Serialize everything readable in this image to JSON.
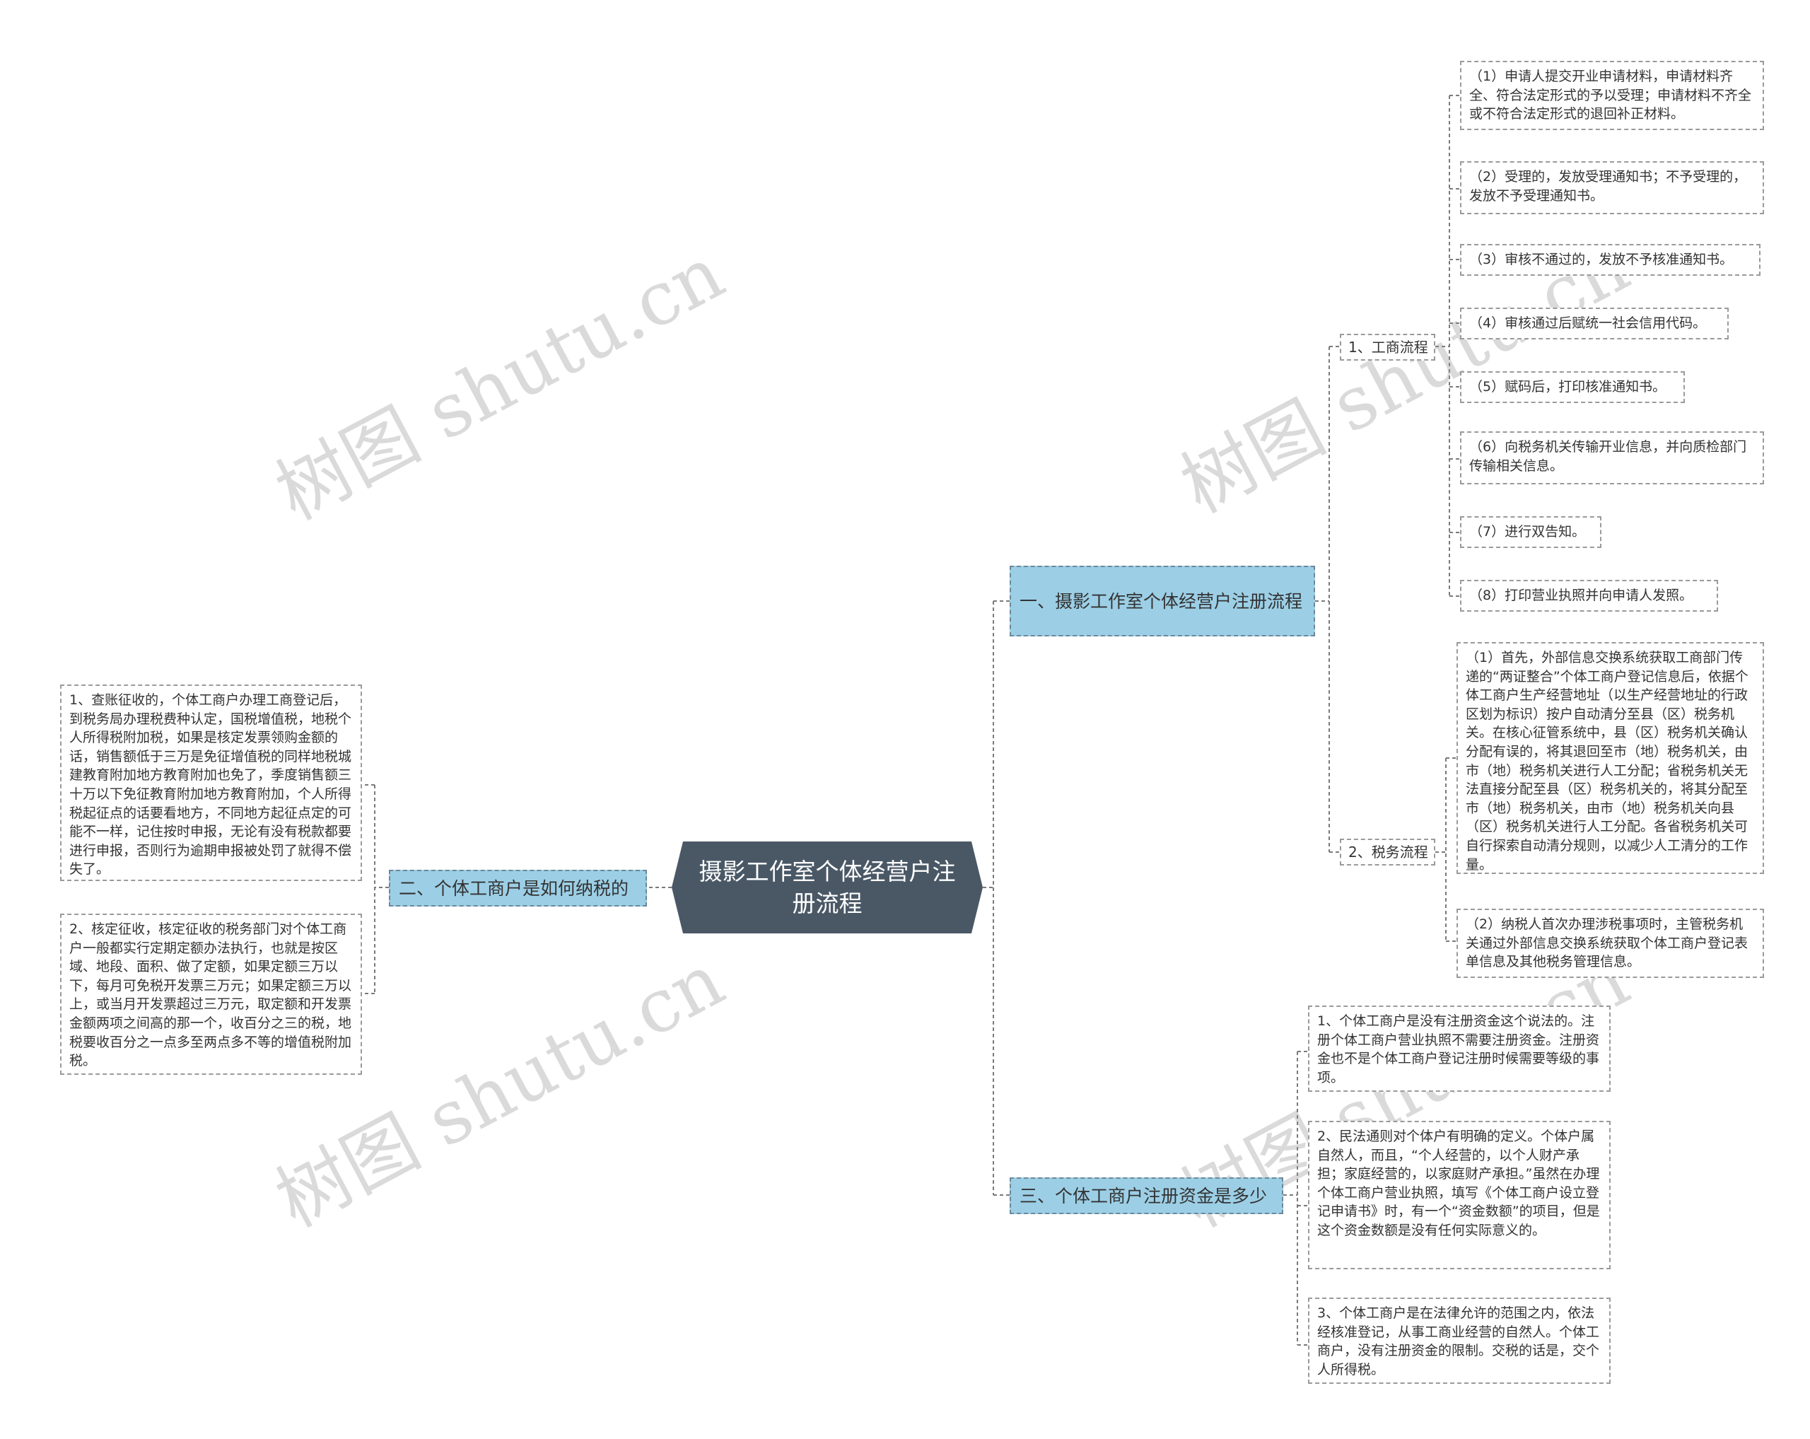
{
  "root": {
    "title": "摄影工作室个体经营户注册流程"
  },
  "branches": {
    "b1": {
      "label": "一、摄影工作室个体经营户注册流程"
    },
    "b2": {
      "label": "二、个体工商户是如何纳税的"
    },
    "b3": {
      "label": "三、个体工商户注册资金是多少"
    }
  },
  "subs": {
    "gongshang": "1、工商流程",
    "shuiwu": "2、税务流程"
  },
  "gongshang_steps": [
    "（1）申请人提交开业申请材料，申请材料齐全、符合法定形式的予以受理；申请材料不齐全或不符合法定形式的退回补正材料。",
    "（2）受理的，发放受理通知书；不予受理的，发放不予受理通知书。",
    "（3）审核不通过的，发放不予核准通知书。",
    "（4）审核通过后赋统一社会信用代码。",
    "（5）赋码后，打印核准通知书。",
    "（6）向税务机关传输开业信息，并向质检部门传输相关信息。",
    "（7）进行双告知。",
    "（8）打印营业执照并向申请人发照。"
  ],
  "shuiwu_steps": [
    "（1）首先，外部信息交换系统获取工商部门传递的“两证整合”个体工商户登记信息后，依据个体工商户生产经营地址（以生产经营地址的行政区划为标识）按户自动清分至县（区）税务机关。在核心征管系统中，县（区）税务机关确认分配有误的，将其退回至市（地）税务机关，由市（地）税务机关进行人工分配；省税务机关无法直接分配至县（区）税务机关的，将其分配至市（地）税务机关，由市（地）税务机关向县（区）税务机关进行人工分配。各省税务机关可自行探索自动清分规则，以减少人工清分的工作量。",
    "（2）纳税人首次办理涉税事项时，主管税务机关通过外部信息交换系统获取个体工商户登记表单信息及其他税务管理信息。"
  ],
  "tax_items": [
    "1、查账征收的，个体工商户办理工商登记后，到税务局办理税费种认定，国税增值税，地税个人所得税附加税，如果是核定发票领购金额的话，销售额低于三万是免征增值税的同样地税城建教育附加地方教育附加也免了，季度销售额三十万以下免征教育附加地方教育附加，个人所得税起征点的话要看地方，不同地方起征点定的可能不一样，记住按时申报，无论有没有税款都要进行申报，否则行为逾期申报被处罚了就得不偿失了。",
    "2、核定征收，核定征收的税务部门对个体工商户一般都实行定期定额办法执行，也就是按区域、地段、面积、做了定额，如果定额三万以下，每月可免税开发票三万元；如果定额三万以上，或当月开发票超过三万元，取定额和开发票金额两项之间高的那一个，收百分之三的税，地税要收百分之一点多至两点多不等的增值税附加税。"
  ],
  "capital_items": [
    "1、个体工商户是没有注册资金这个说法的。注册个体工商户营业执照不需要注册资金。注册资金也不是个体工商户登记注册时候需要等级的事项。",
    "2、民法通则对个体户有明确的定义。个体户属自然人，而且，“个人经营的，以个人财产承担；家庭经营的，以家庭财产承担。”虽然在办理个体工商户营业执照，填写《个体工商户设立登记申请书》时，有一个“资金数额”的项目，但是这个资金数额是没有任何实际意义的。",
    "3、个体工商户是在法律允许的范围之内，依法经核准登记，从事工商业经营的自然人。个体工商户，没有注册资金的限制。交税的话是，交个人所得税。"
  ],
  "watermark": "树图 shutu.cn",
  "colors": {
    "root_bg": "#4a5866",
    "branch_bg": "#9ccfe6",
    "line": "#7a7a7a"
  }
}
